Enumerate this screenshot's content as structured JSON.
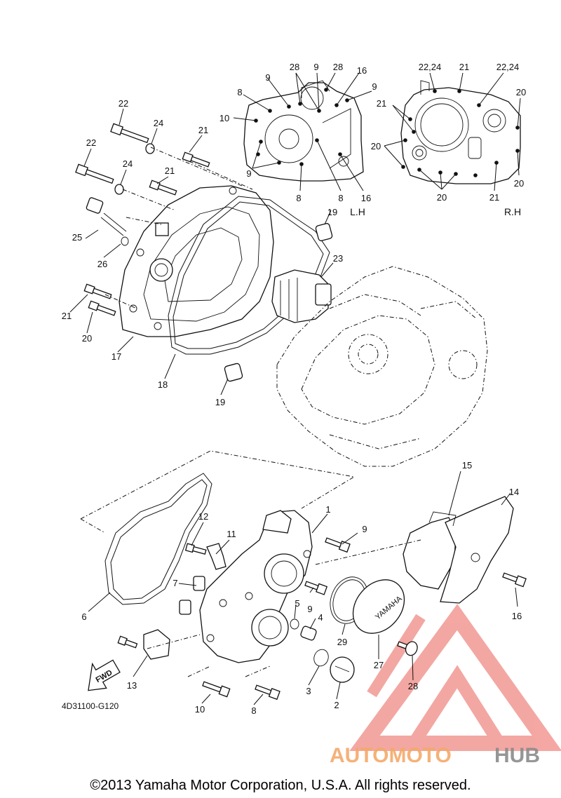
{
  "labels": {
    "p1": "1",
    "p2": "2",
    "p3": "3",
    "p4": "4",
    "p5": "5",
    "p6": "6",
    "p7": "7",
    "p8a": "8",
    "p8b": "8",
    "p8c": "8",
    "p8d": "8",
    "p9a": "9",
    "p9b": "9",
    "p9c": "9",
    "p9d": "9",
    "p9e": "9",
    "p9f": "9",
    "p10a": "10",
    "p10b": "10",
    "p11": "11",
    "p12": "12",
    "p13": "13",
    "p14": "14",
    "p15": "15",
    "p16a": "16",
    "p16b": "16",
    "p16c": "16",
    "p17": "17",
    "p18": "18",
    "p19a": "19",
    "p19b": "19",
    "p20a": "20",
    "p20b": "20",
    "p20c": "20",
    "p20d": "20",
    "p20e": "20",
    "p21a": "21",
    "p21b": "21",
    "p21c": "21",
    "p21d": "21",
    "p21e": "21",
    "p21f": "21",
    "p22a": "22",
    "p22b": "22",
    "p2224a": "22,24",
    "p2224b": "22,24",
    "p23": "23",
    "p24a": "24",
    "p24b": "24",
    "p25": "25",
    "p26": "26",
    "p27": "27",
    "p28a": "28",
    "p28b": "28",
    "p28c": "28",
    "p29": "29"
  },
  "side_labels": {
    "left": "L.H",
    "right": "R.H"
  },
  "diagram_code": "4D31100-G120",
  "fwd_label": "FWD",
  "cover_text": "YAMAHA",
  "watermark": {
    "part1": "AUTOMOTO",
    "part2": "HUB",
    "color1": "#f4a96a",
    "color2": "#8b8b8b",
    "logo_color": "#f08a84"
  },
  "copyright": "©2013 Yamaha Motor Corporation, U.S.A. All rights reserved."
}
